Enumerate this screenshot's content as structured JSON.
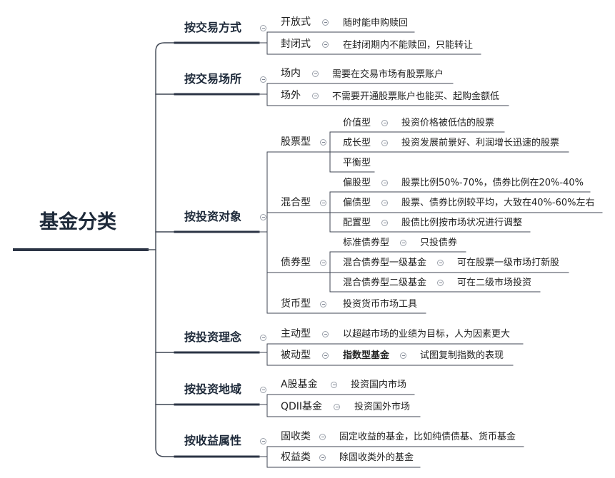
{
  "root": "基金分类",
  "categories": [
    {
      "label": "按交易方式",
      "children": [
        {
          "label": "开放式",
          "children": [
            {
              "label": "随时能申购赎回"
            }
          ]
        },
        {
          "label": "封闭式",
          "children": [
            {
              "label": "在封闭期内不能赎回，只能转让"
            }
          ]
        }
      ]
    },
    {
      "label": "按交易场所",
      "children": [
        {
          "label": "场内",
          "children": [
            {
              "label": "需要在交易市场有股票账户"
            }
          ]
        },
        {
          "label": "场外",
          "children": [
            {
              "label": "不需要开通股票账户也能买、起购金额低"
            }
          ]
        }
      ]
    },
    {
      "label": "按投资对象",
      "children": [
        {
          "label": "股票型",
          "children": [
            {
              "label": "价值型",
              "children": [
                {
                  "label": "投资价格被低估的股票"
                }
              ]
            },
            {
              "label": "成长型",
              "children": [
                {
                  "label": "投资发展前景好、利润增长迅速的股票"
                }
              ]
            },
            {
              "label": "平衡型"
            }
          ]
        },
        {
          "label": "混合型",
          "children": [
            {
              "label": "偏股型",
              "children": [
                {
                  "label": "股票比例50%-70%，债券比例在20%-40%"
                }
              ]
            },
            {
              "label": "偏债型",
              "children": [
                {
                  "label": "股票、债券比例较平均，大致在40%-60%左右"
                }
              ]
            },
            {
              "label": "配置型",
              "children": [
                {
                  "label": "股债比例按市场状况进行调整"
                }
              ]
            }
          ]
        },
        {
          "label": "债券型",
          "children": [
            {
              "label": "标准债券型",
              "children": [
                {
                  "label": "只投债券"
                }
              ]
            },
            {
              "label": "混合债券型一级基金",
              "children": [
                {
                  "label": "可在股票一级市场打新股"
                }
              ]
            },
            {
              "label": "混合债券型二级基金",
              "children": [
                {
                  "label": "可在二级市场投资"
                }
              ]
            }
          ]
        },
        {
          "label": "货币型",
          "children": [
            {
              "label": "投资货币市场工具"
            }
          ]
        }
      ]
    },
    {
      "label": "按投资理念",
      "children": [
        {
          "label": "主动型",
          "children": [
            {
              "label": "以超越市场的业绩为目标，人为因素更大"
            }
          ]
        },
        {
          "label": "被动型",
          "children": [
            {
              "label": "指数型基金",
              "bold": true,
              "children": [
                {
                  "label": "试图复制指数的表现"
                }
              ]
            }
          ]
        }
      ]
    },
    {
      "label": "按投资地域",
      "children": [
        {
          "label": "A股基金",
          "children": [
            {
              "label": "投资国内市场"
            }
          ]
        },
        {
          "label": "QDII基金",
          "children": [
            {
              "label": "投资国外市场"
            }
          ]
        }
      ]
    },
    {
      "label": "按收益属性",
      "children": [
        {
          "label": "固收类",
          "children": [
            {
              "label": "固定收益的基金，比如纯债债基、货币基金"
            }
          ]
        },
        {
          "label": "权益类",
          "children": [
            {
              "label": "除固收类外的基金"
            }
          ]
        }
      ]
    }
  ],
  "colors": {
    "root_line": "#2b3445",
    "category_line": "#2b3445",
    "line": "#3f4653",
    "text": "#222222"
  }
}
